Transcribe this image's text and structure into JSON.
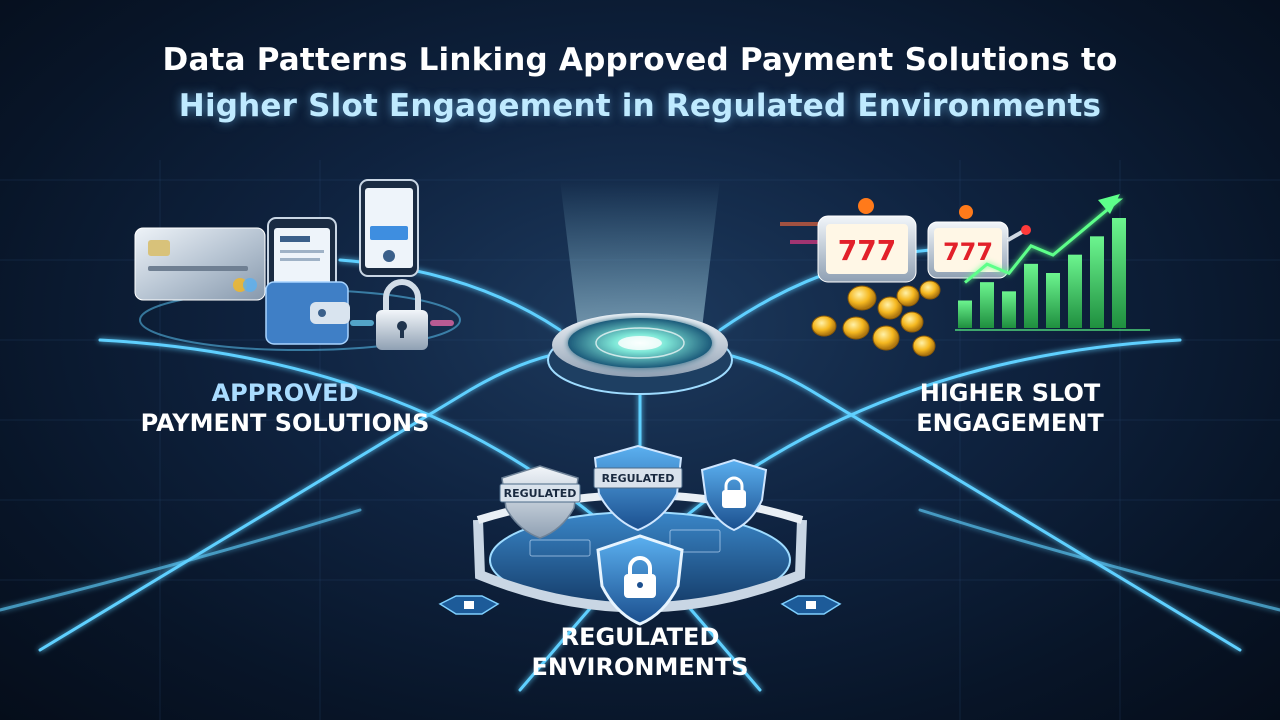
{
  "title": {
    "line1": "Data Patterns Linking Approved Payment Solutions to",
    "line2": "Higher Slot Engagement in Regulated Environments"
  },
  "nodes": {
    "payments": {
      "line1": "APPROVED",
      "line2": "PAYMENT SOLUTIONS"
    },
    "engagement": {
      "line1": "HIGHER SLOT",
      "line2": "ENGAGEMENT"
    },
    "regulated": {
      "line1": "REGULATED",
      "line2": "ENVIRONMENTS"
    }
  },
  "badges": {
    "left": "REGULATED",
    "center": "REGULATED"
  },
  "slot": {
    "reel1": "777",
    "reel2": "777"
  },
  "bar_chart": {
    "values": [
      3,
      5,
      4,
      7,
      6,
      8,
      10,
      12
    ]
  },
  "icons": [
    "credit-card-icon",
    "smartphone-icon",
    "wallet-icon",
    "padlock-icon",
    "slot-machine-icon",
    "coin-icon",
    "growth-arrow-icon",
    "shield-lock-icon"
  ],
  "colors": {
    "background": "#0b1a30",
    "glow": "#5fd0ff",
    "accent_green": "#39d96b",
    "gold": "#f5b820"
  }
}
